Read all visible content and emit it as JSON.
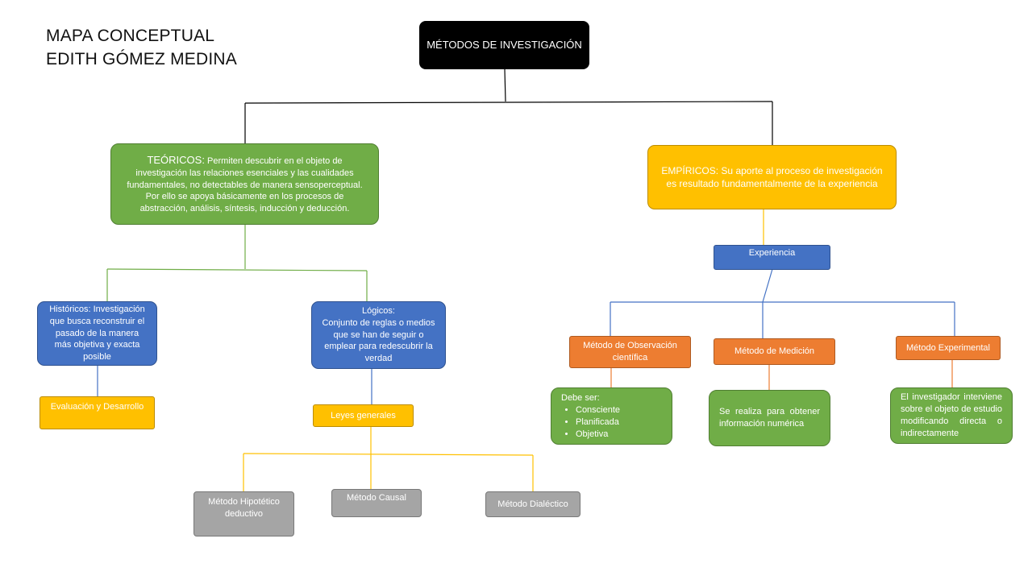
{
  "title": {
    "line1": "MAPA CONCEPTUAL",
    "line2": "EDITH GÓMEZ MEDINA"
  },
  "root": {
    "text": "MÉTODOS DE INVESTIGACIÓN"
  },
  "teoricos": {
    "heading": "TEÓRICOS:",
    "body": " Permiten descubrir en el objeto de investigación las relaciones esenciales y las cualidades fundamentales,  no detectables de manera sensoperceptual. Por ello se apoya básicamente en los procesos de abstracción, análisis, síntesis, inducción y deducción."
  },
  "empiricos": {
    "text": "EMPÍRICOS: Su aporte al proceso de investigación es resultado fundamentalmente de la experiencia"
  },
  "historicos": {
    "text": "Históricos: Investigación que busca reconstruir el pasado de la manera más objetiva y exacta posible",
    "child": "Evaluación y Desarrollo"
  },
  "logicos": {
    "title": "Lógicos:",
    "body": "Conjunto de reglas o medios que se han de seguir o emplear para redescubrir la verdad",
    "child": "Leyes generales",
    "methods": [
      "Método Hipotético deductivo",
      "Método Causal",
      "Método Dialéctico"
    ]
  },
  "experiencia": {
    "text": "Experiencia"
  },
  "observacion": {
    "label": "Método de Observación científica",
    "intro": "Debe ser:",
    "items": [
      "Consciente",
      "Planificada",
      "Objetiva"
    ]
  },
  "medicion": {
    "label": "Método de Medición",
    "detail": "Se realiza para obtener información numérica"
  },
  "experimental": {
    "label": "Método Experimental",
    "detail": "El investigador interviene sobre el objeto de estudio modificando directa o indirectamente"
  },
  "colors": {
    "green": "#70ad47",
    "yellow": "#ffc000",
    "blue": "#4472c4",
    "orange": "#ed7d31",
    "gray": "#a5a5a5",
    "black": "#000000"
  }
}
